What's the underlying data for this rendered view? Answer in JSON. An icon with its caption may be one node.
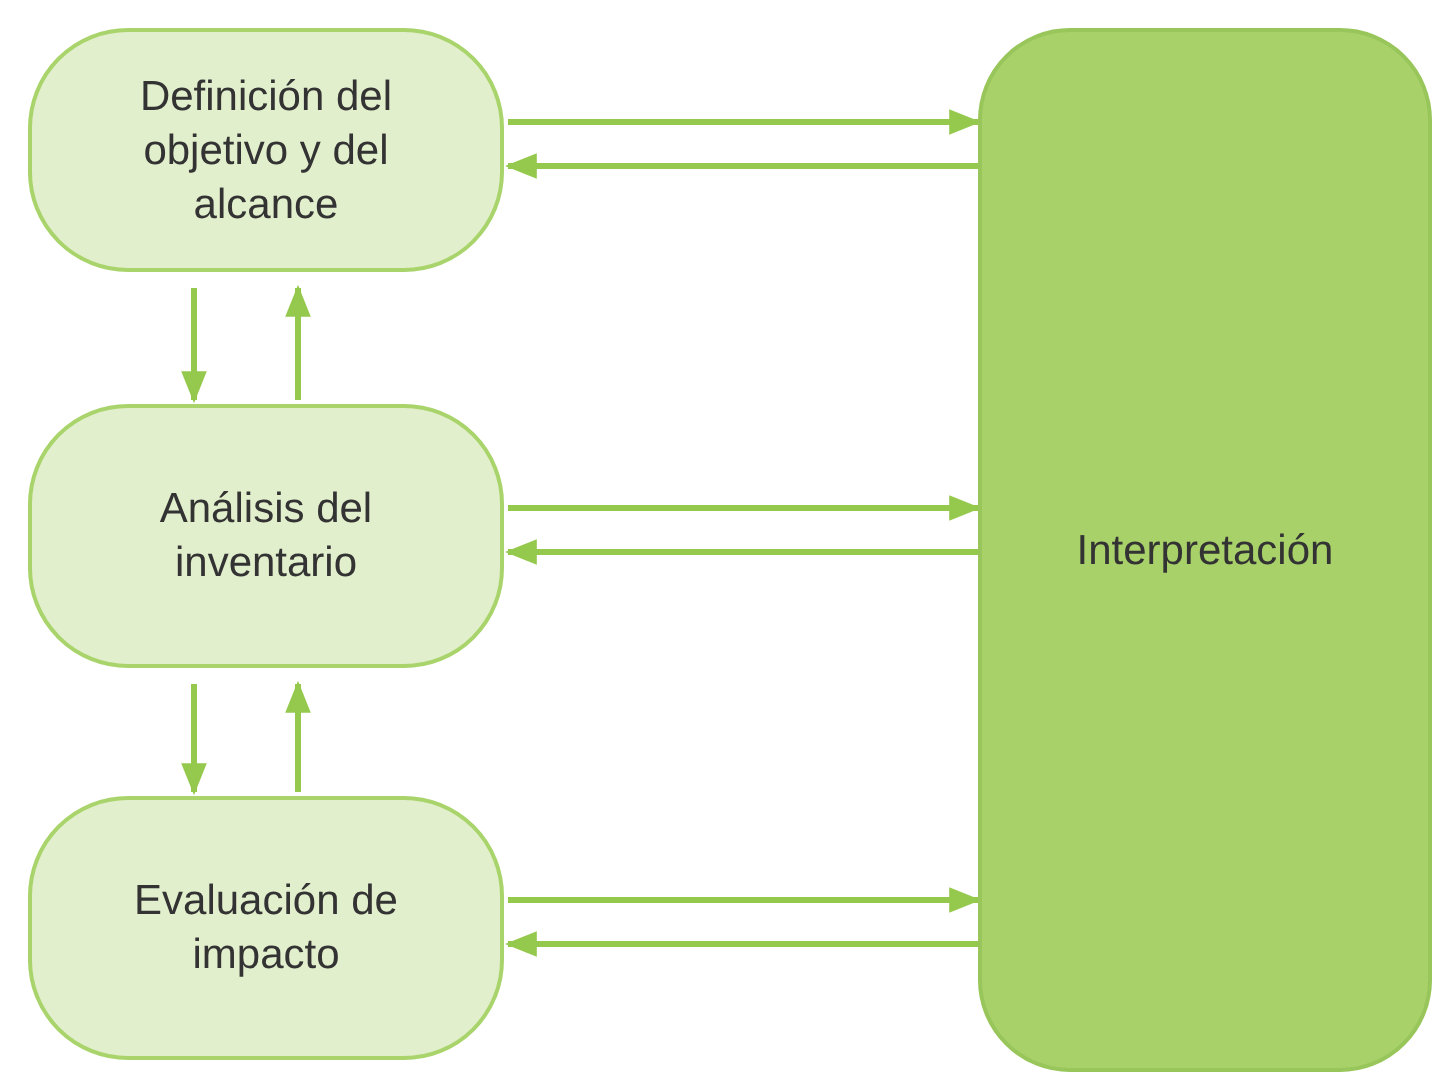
{
  "diagram": {
    "nodes": [
      {
        "text": [
          "Definición del objetivo y del alcance"
        ]
      },
      {
        "text": [
          "Análisis del inventario"
        ]
      },
      {
        "text": [
          "Evaluación de impacto"
        ]
      },
      {
        "text": [
          "Interpretación"
        ]
      }
    ],
    "edges": [
      {
        "from": 0,
        "to": 3,
        "arrow": "to"
      },
      {
        "from": 3,
        "to": 0,
        "arrow": "to"
      },
      {
        "from": 0,
        "to": 1,
        "arrow": "to"
      },
      {
        "from": 1,
        "to": 0,
        "arrow": "to"
      },
      {
        "from": 1,
        "to": 3,
        "arrow": "to"
      },
      {
        "from": 3,
        "to": 1,
        "arrow": "to"
      },
      {
        "from": 1,
        "to": 2,
        "arrow": "to"
      },
      {
        "from": 2,
        "to": 1,
        "arrow": "to"
      },
      {
        "from": 2,
        "to": 3,
        "arrow": "to"
      },
      {
        "from": 3,
        "to": 2,
        "arrow": "to"
      }
    ]
  }
}
